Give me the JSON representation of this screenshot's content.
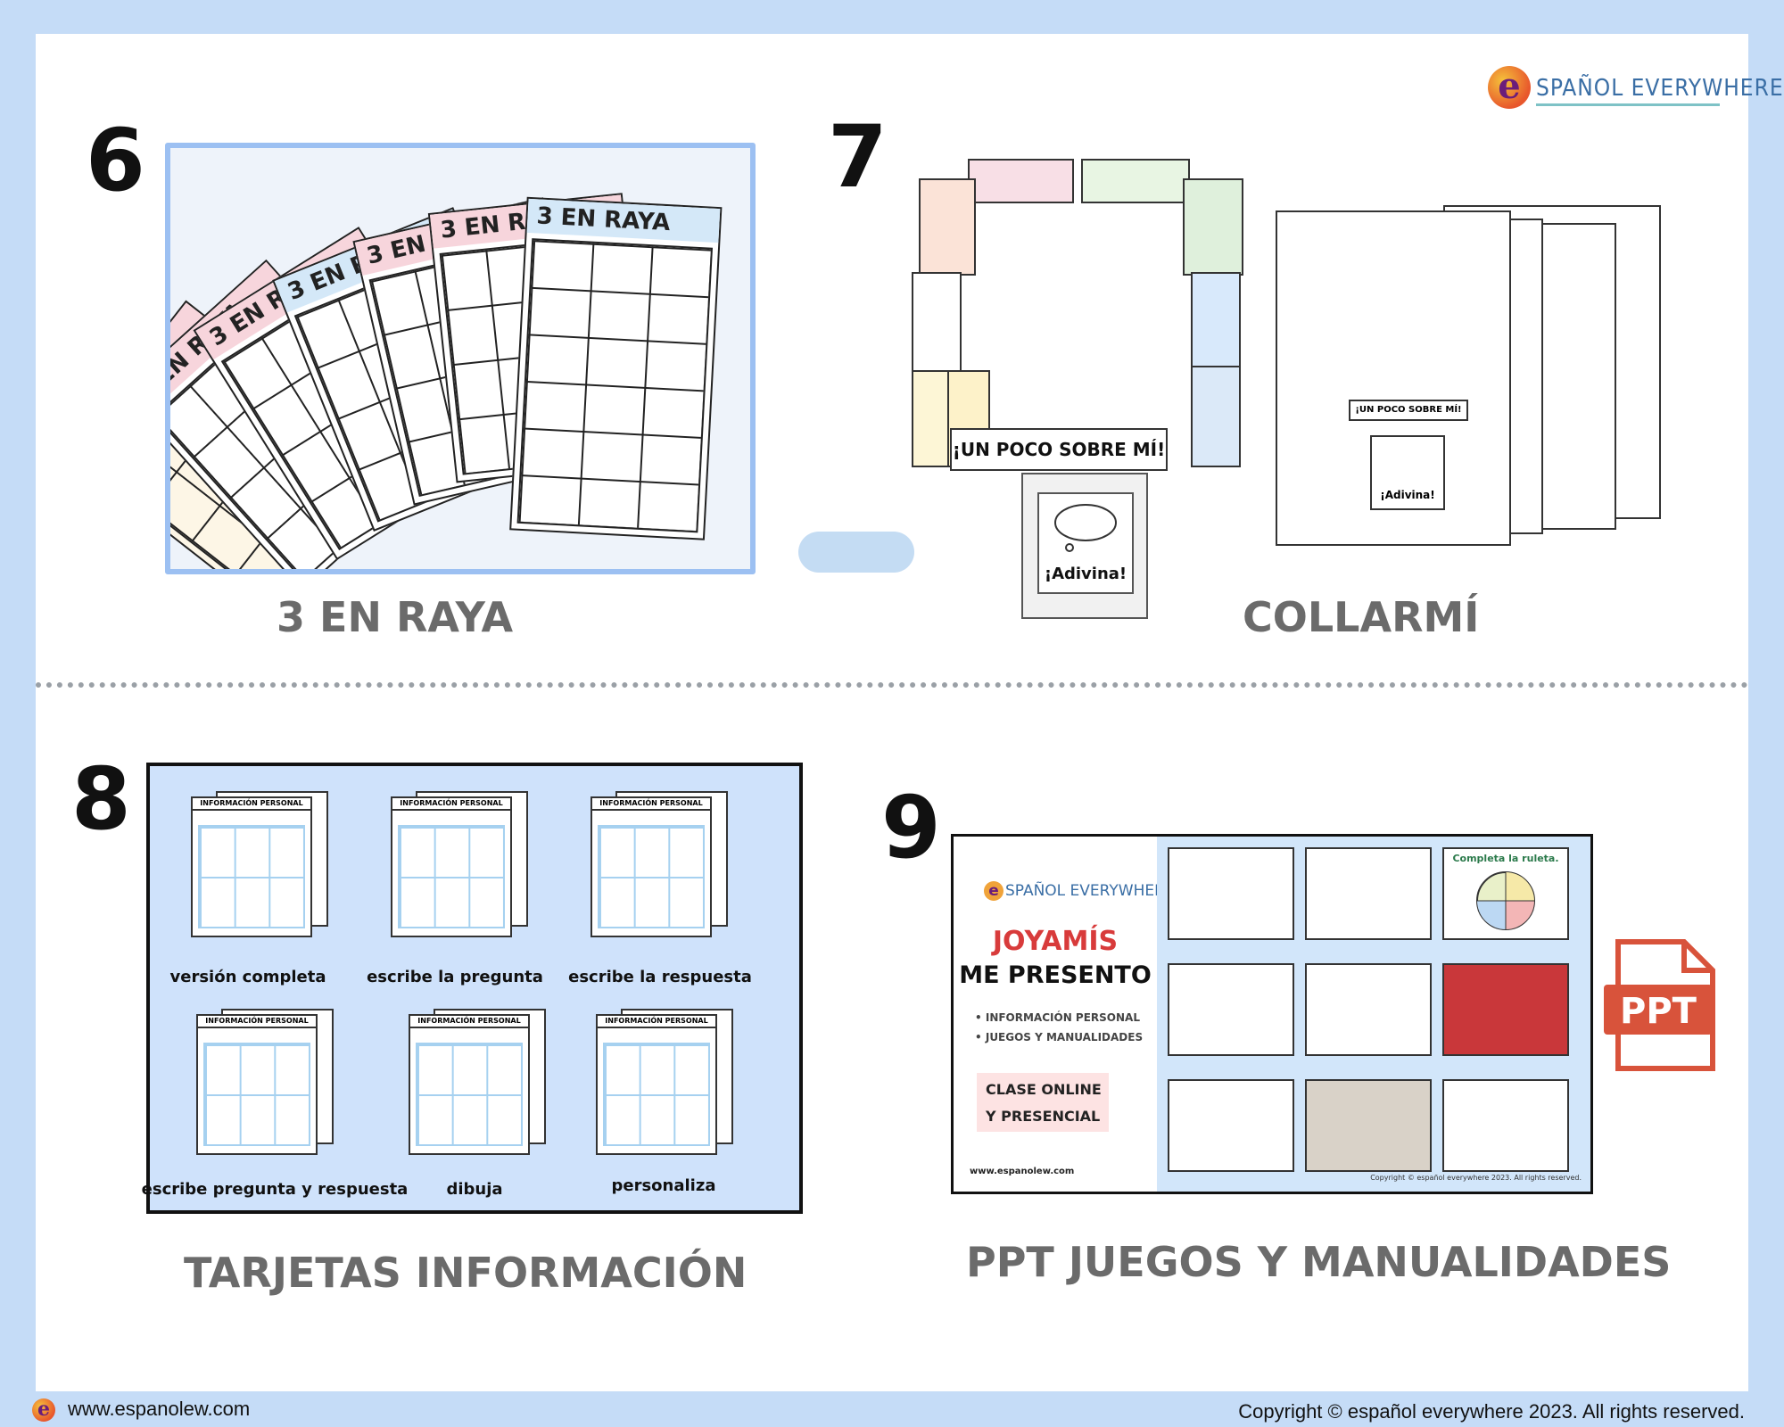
{
  "brand": {
    "logo_letter": "e",
    "logo_text": "SPAÑOL EVERYWHERE!"
  },
  "sections": [
    {
      "number": "6",
      "caption": "3 EN RAYA",
      "card_header": "3 EN RAYA"
    },
    {
      "number": "7",
      "caption": "COLLARMÍ",
      "banner": "¡UN POCO SOBRE MÍ!",
      "adivina": "¡Adivina!"
    },
    {
      "number": "8",
      "caption": "TARJETAS INFORMACIÓN",
      "card_title": "INFORMACIÓN PERSONAL",
      "labels": [
        "versión completa",
        "escribe la pregunta",
        "escribe la respuesta",
        "escribe pregunta y respuesta",
        "dibuja",
        "personaliza"
      ]
    },
    {
      "number": "9",
      "caption": "PPT JUEGOS Y MANUALIDADES"
    }
  ],
  "ppt": {
    "logo_text": "SPAÑOL EVERYWHERE!",
    "title_line1": "JOYAMÍS",
    "title_line2": "ME PRESENTO",
    "bullets": [
      "• INFORMACIÓN PERSONAL",
      "• JUEGOS Y MANUALIDADES"
    ],
    "clase_line1": "CLASE ONLINE",
    "clase_line2": "Y PRESENCIAL",
    "url": "www.espanolew.com",
    "copyright": "Copyright © español everywhere 2023. All rights reserved.",
    "slide_roulette_title": "Completa la ruleta.",
    "file_icon_label": "PPT"
  },
  "footer": {
    "url": "www.espanolew.com",
    "copyright": "Copyright © español everywhere 2023. All rights reserved."
  },
  "colors": {
    "background": "#c5dcf7",
    "caption_gray": "#6b6b6b",
    "ppt_red": "#d8533b",
    "frame_blue": "#9cc0f2"
  }
}
